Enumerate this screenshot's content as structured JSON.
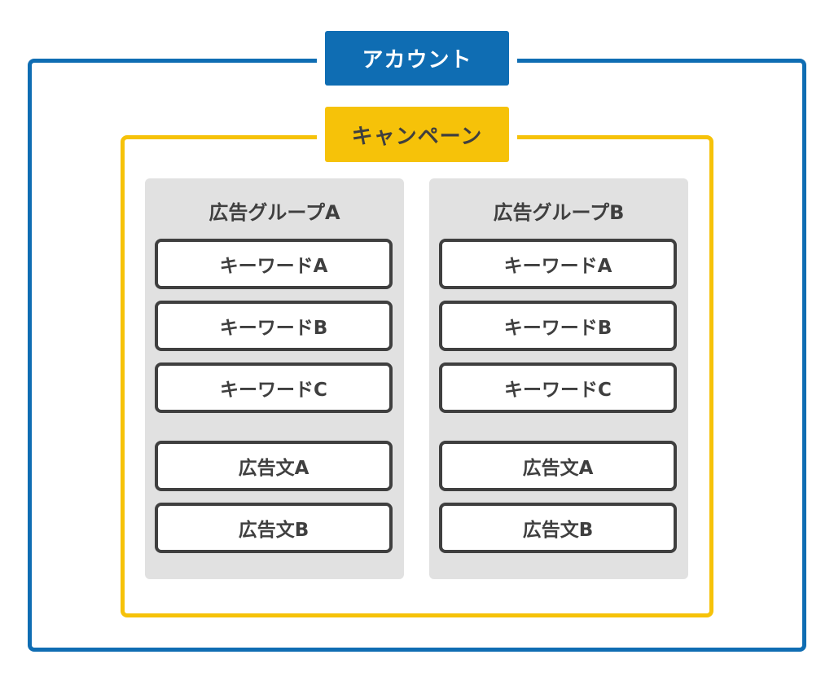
{
  "account": {
    "label": "アカウント"
  },
  "campaign": {
    "label": "キャンペーン"
  },
  "ad_groups": [
    {
      "title": "広告グループA",
      "keywords": [
        "キーワードA",
        "キーワードB",
        "キーワードC"
      ],
      "ads": [
        "広告文A",
        "広告文B"
      ]
    },
    {
      "title": "広告グループB",
      "keywords": [
        "キーワードA",
        "キーワードB",
        "キーワードC"
      ],
      "ads": [
        "広告文A",
        "広告文B"
      ]
    }
  ],
  "colors": {
    "account": "#0f6db3",
    "campaign": "#f6c209",
    "ad_group_bg": "#e1e1e1",
    "item_border": "#3f3f3f"
  }
}
